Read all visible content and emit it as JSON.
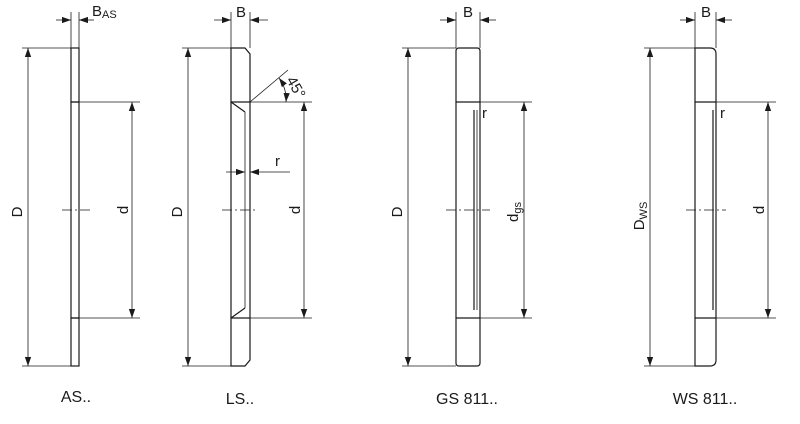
{
  "figures": [
    {
      "id": "as",
      "caption": "AS..",
      "outer_dim": {
        "text": "D",
        "sub": ""
      },
      "inner_dim": {
        "text": "d",
        "sub": ""
      },
      "width_dim": {
        "text": "B",
        "sub": "AS"
      }
    },
    {
      "id": "ls",
      "caption": "LS..",
      "outer_dim": {
        "text": "D",
        "sub": ""
      },
      "inner_dim": {
        "text": "d",
        "sub": ""
      },
      "width_dim": {
        "text": "B",
        "sub": ""
      },
      "radius_label": "r",
      "angle_label": "45°"
    },
    {
      "id": "gs",
      "caption": "GS 811..",
      "outer_dim": {
        "text": "D",
        "sub": ""
      },
      "inner_dim": {
        "text": "d",
        "sub": "gs"
      },
      "width_dim": {
        "text": "B",
        "sub": ""
      },
      "radius_label": "r"
    },
    {
      "id": "ws",
      "caption": "WS 811..",
      "outer_dim": {
        "text": "D",
        "sub": "WS"
      },
      "inner_dim": {
        "text": "d",
        "sub": ""
      },
      "width_dim": {
        "text": "B",
        "sub": ""
      },
      "radius_label": "r"
    }
  ]
}
